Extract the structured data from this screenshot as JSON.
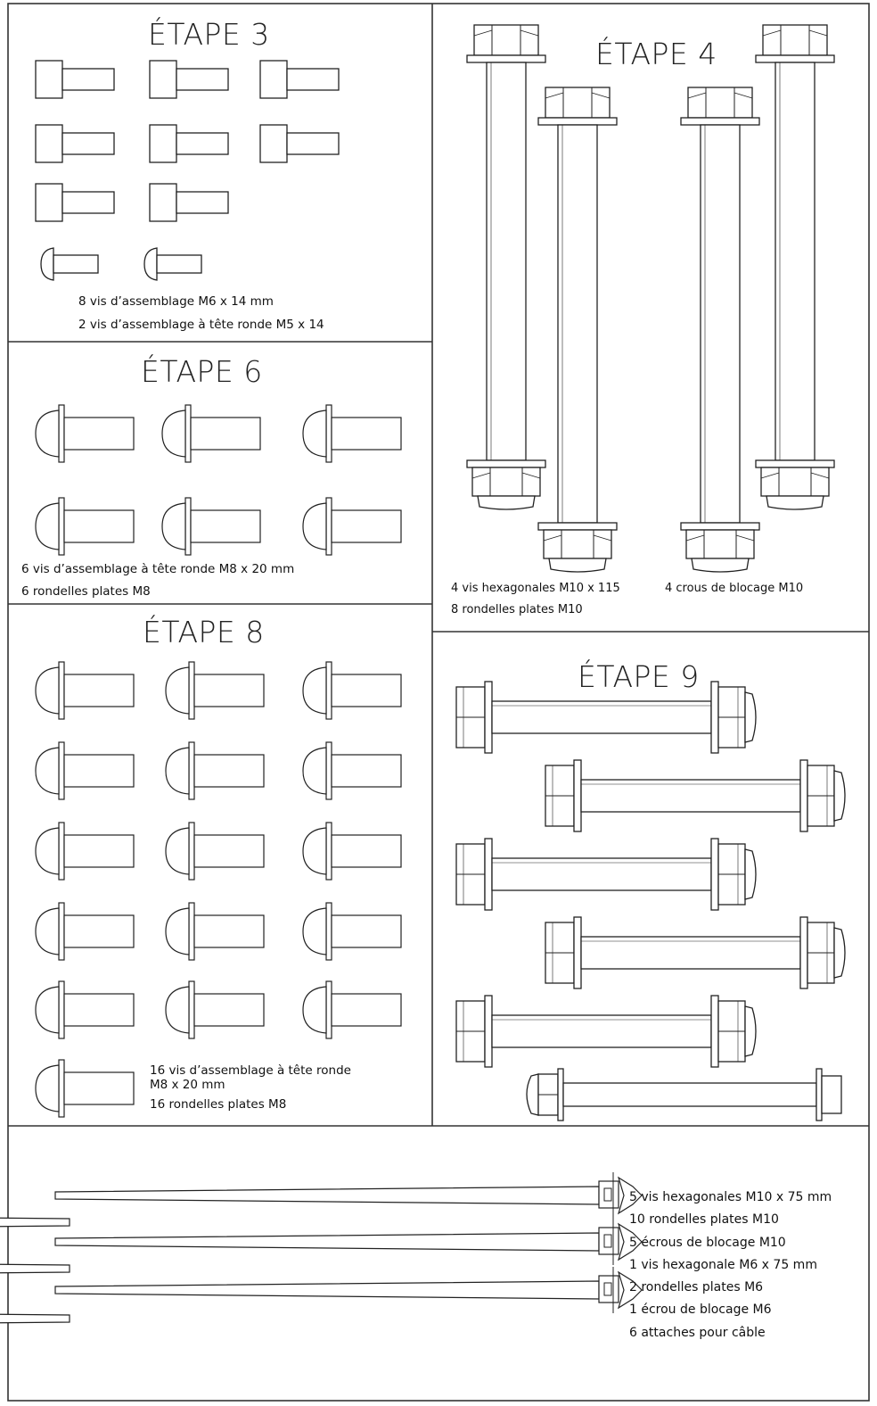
{
  "steps": {
    "step3": {
      "title": "ÉTAPE 3",
      "lines": [
        "8 vis d’assemblage M6 x 14 mm",
        "2 vis d’assemblage à tête ronde M5 x 14"
      ]
    },
    "step4": {
      "title": "ÉTAPE 4",
      "left_lines": [
        "4 vis hexagonales M10 x 115",
        "8 rondelles plates M10"
      ],
      "right_line": "4  crous de blocage M10"
    },
    "step6": {
      "title": "ÉTAPE 6",
      "lines": [
        "6 vis d’assemblage à tête ronde M8 x 20 mm",
        "6 rondelles plates M8"
      ]
    },
    "step8": {
      "title": "ÉTAPE 8",
      "line1a": "16 vis d’assemblage à tête ronde",
      "line1b": "M8 x 20 mm",
      "line2": "16 rondelles plates M8"
    },
    "step9": {
      "title": "ÉTAPE 9",
      "items": [
        "5 vis hexagonales M10 x 75 mm",
        "10 rondelles plates M10",
        "5 écrous de blocage M10",
        "1 vis hexagonale M6 x 75 mm",
        "2 rondelles plates M6",
        "1 écrou de blocage M6",
        "6 attaches pour câble"
      ]
    }
  },
  "icons": [
    "cap-screw-icon",
    "round-head-screw-icon",
    "hex-bolt-icon",
    "lock-nut-icon",
    "cable-tie-icon"
  ]
}
